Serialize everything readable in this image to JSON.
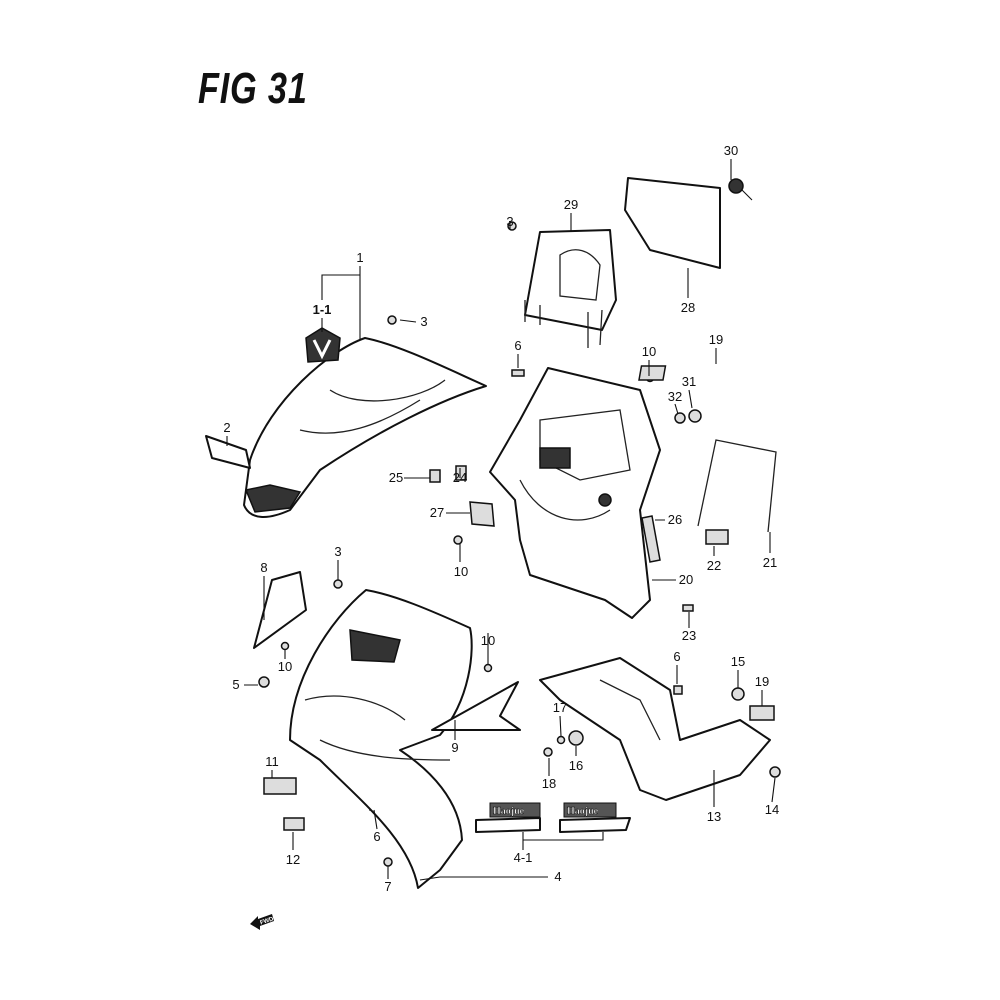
{
  "title": "FIG 31",
  "callouts": [
    "1",
    "1-1",
    "3",
    "2",
    "3",
    "29",
    "30",
    "28",
    "6",
    "10",
    "19",
    "31",
    "32",
    "24",
    "25",
    "27",
    "26",
    "10",
    "3",
    "8",
    "22",
    "21",
    "20",
    "23",
    "10",
    "10",
    "5",
    "6",
    "15",
    "19",
    "17",
    "9",
    "16",
    "18",
    "11",
    "13",
    "14",
    "6",
    "12",
    "4-1",
    "7",
    "4"
  ],
  "decals": {
    "brand": "Haojue",
    "direction": "FWD"
  }
}
